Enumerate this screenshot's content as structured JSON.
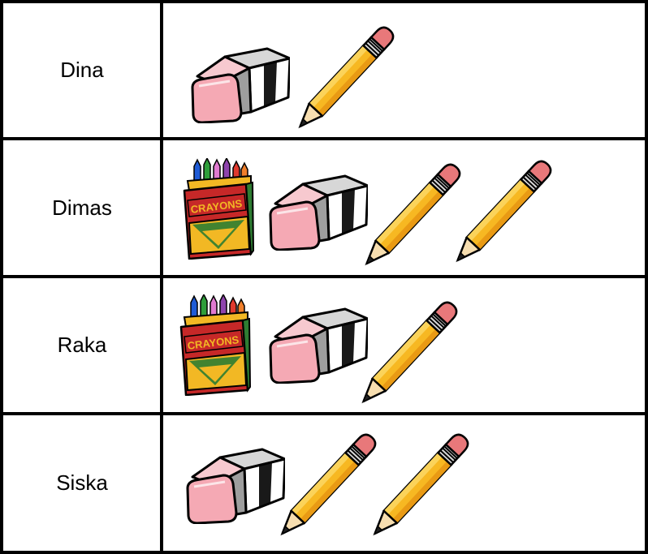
{
  "table": {
    "rows": [
      {
        "name": "Dina",
        "items": [
          "eraser-icon",
          "pencil-icon"
        ]
      },
      {
        "name": "Dimas",
        "items": [
          "crayon-box-icon",
          "eraser-icon",
          "pencil-icon",
          "pencil-icon"
        ]
      },
      {
        "name": "Raka",
        "items": [
          "crayon-box-icon",
          "eraser-icon",
          "pencil-icon"
        ]
      },
      {
        "name": "Siska",
        "items": [
          "eraser-icon",
          "pencil-icon",
          "pencil-icon"
        ]
      }
    ]
  },
  "crayon_box_label": "CRAYONS",
  "colors": {
    "eraser_pink": "#f5a9b4",
    "eraser_gray": "#9e9e9e",
    "pencil_yellow": "#f7b822",
    "pencil_eraser": "#e8787a",
    "crayon_box_red": "#c62828",
    "crayon_box_yellow": "#f2b824",
    "crayon_box_green": "#2e7d32"
  }
}
